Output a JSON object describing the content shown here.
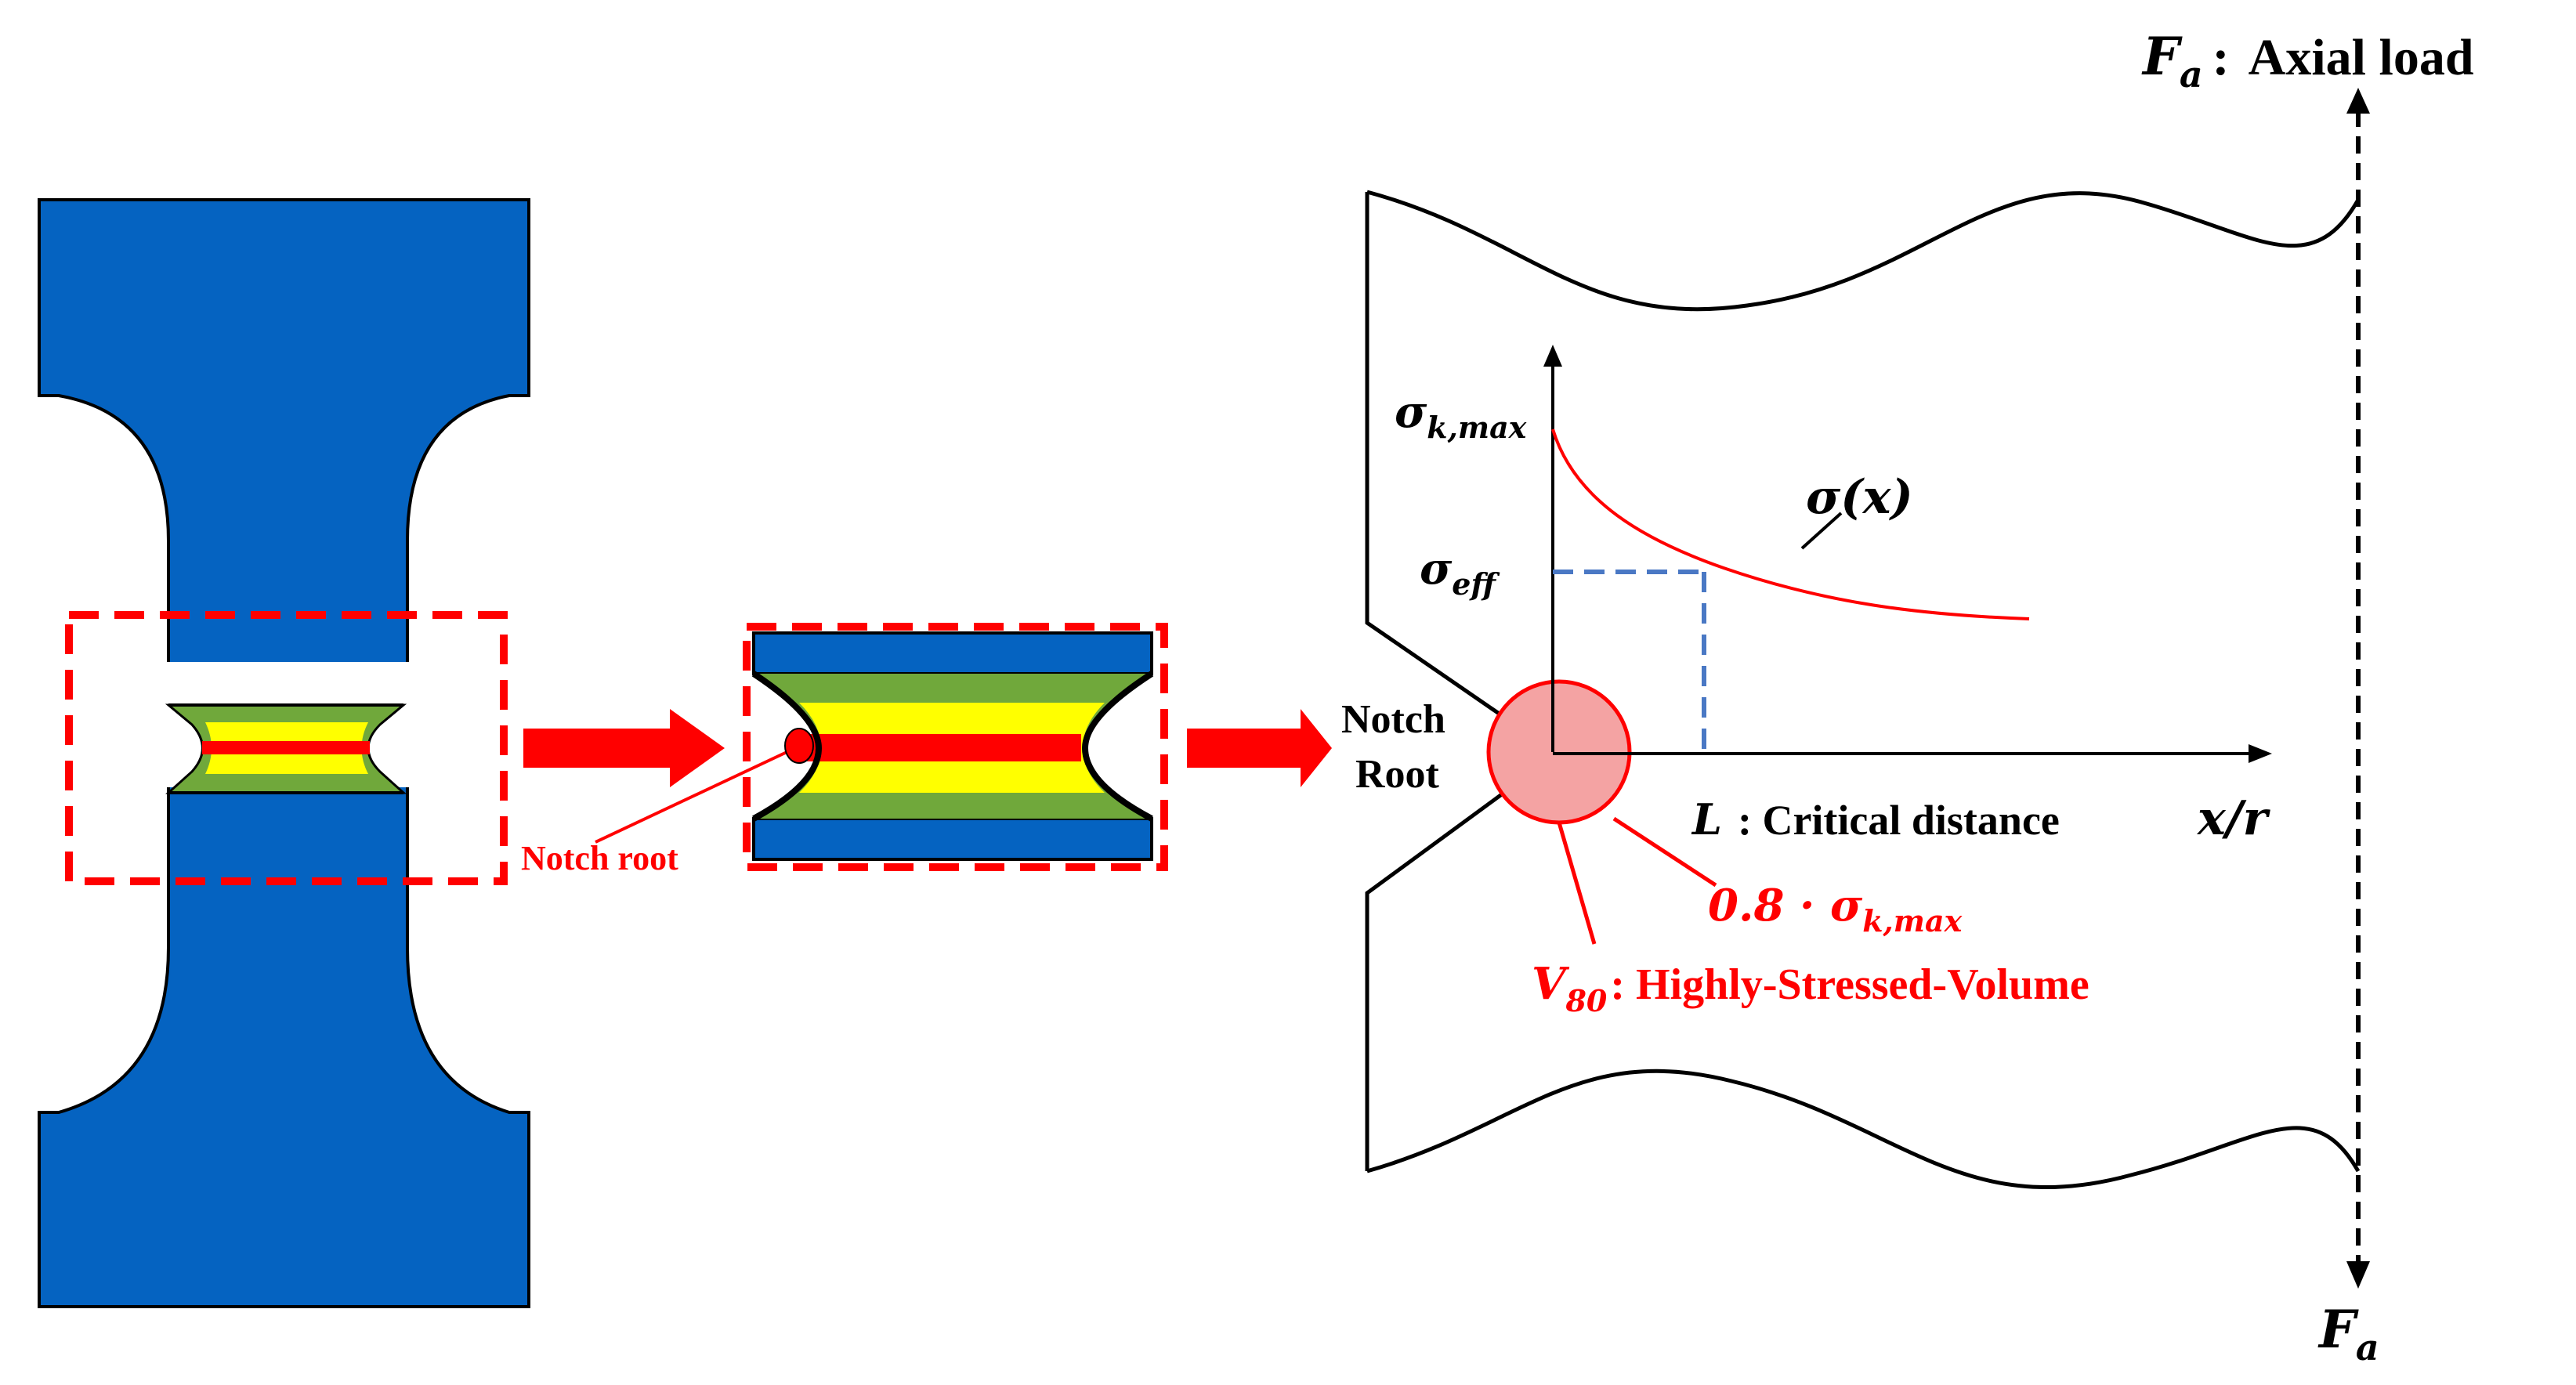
{
  "colors": {
    "blue": "#0563c1",
    "green": "#70a83b",
    "yellow": "#ffff00",
    "red": "#ff0000",
    "pink": "#f4a3a3",
    "dash_blue": "#4a78c4",
    "black": "#000000"
  },
  "labels": {
    "axial_load_symbol": "F",
    "axial_load_sub": "a",
    "axial_load_colon": ":",
    "axial_load_text": "Axial load",
    "bottom_load_symbol": "F",
    "bottom_load_sub": "a",
    "notch_root_small": "Notch root",
    "notch_root_line1": "Notch",
    "notch_root_line2": "Root",
    "sigma": "σ",
    "sigma_kmax_sub": "k,max",
    "sigma_eff_sub": "eff",
    "sigma_x": "(x)",
    "critical_L": "L",
    "critical_text": ": Critical distance",
    "x_axis_label": "x/r",
    "threshold_prefix": "0.8 · ",
    "threshold_sub": "k,max",
    "volume_symbol": "V",
    "volume_sub": "80",
    "volume_text": ": Highly-Stressed-Volume"
  }
}
